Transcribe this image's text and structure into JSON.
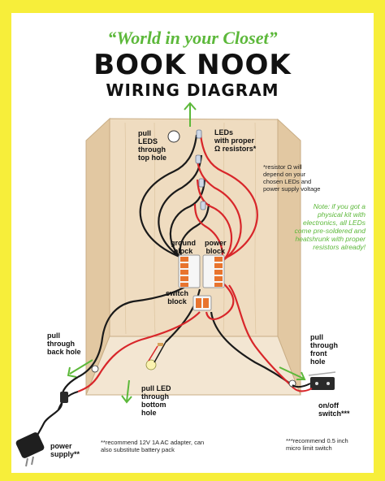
{
  "header": {
    "tagline": "“World in your Closet”",
    "title": "BOOK NOOK",
    "subtitle": "WIRING DIAGRAM"
  },
  "labels": {
    "pull_leds_top": "pull\nLEDS\nthrough\ntop hole",
    "leds_resistors": "LEDs\nwith proper\nΩ resistors*",
    "resistor_note": "*resistor Ω will\ndepend on your\nchosen LEDs and\npower supply voltage",
    "kit_note": "Note: if you got a\nphysical kit with\nelectronics, all LEDs\ncome pre-soldered and\nheatshrunk with proper\nresistors already!",
    "ground_block": "ground\nblock",
    "power_block": "power\nblock",
    "switch_block": "switch\nblock",
    "pull_back_hole": "pull\nthrough\nback hole",
    "pull_led_bottom": "pull LED\nthrough\nbottom\nhole",
    "pull_front_hole": "pull\nthrough\nfront\nhole",
    "on_off_switch": "on/off\nswitch***",
    "power_supply": "power\nsupply**",
    "adapter_note": "**recommend 12V 1A  AC adapter, can\nalso substitute battery pack",
    "switch_note": "***recommend 0.5 inch\nmicro limit switch"
  },
  "colors": {
    "background": "#f7ee3a",
    "accent_green": "#5cb83a",
    "wood": "#efdcc0",
    "wire_red": "#d8262a",
    "wire_black": "#1a1a1a",
    "connector_orange": "#e8742e"
  }
}
